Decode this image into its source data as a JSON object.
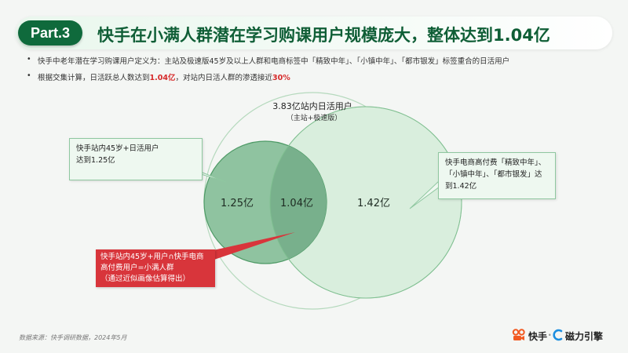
{
  "header": {
    "part_label": "Part.3",
    "title": "快手在小满人群潜在学习购课用户规模庞大，整体达到1.04亿"
  },
  "bullets": [
    {
      "text": "快手中老年潜在学习购课用户定义为：主站及极速版45岁及以上人群和电商标签中「精致中年」、「小镇中年」、「都市银发」标签重合的日活用户"
    },
    {
      "pre": "根据交集计算，日活跃总人数达到",
      "hl1": "1.04亿",
      "mid": "，对站内日活人群的渗透接近",
      "hl2": "30%"
    }
  ],
  "diagram": {
    "outer_label": "3.83亿站内日活用户",
    "outer_sublabel": "（主站+极速版）",
    "left_value": "1.25亿",
    "intersection_value": "1.04亿",
    "right_value": "1.42亿",
    "colors": {
      "left_fill": "#8fc3a0",
      "right_fill": "#d9eedd",
      "intersection_fill": "#78b08c",
      "outline": "#b5d9bd",
      "callout_red": "#d8353b"
    }
  },
  "callouts": {
    "left": [
      "快手站内45岁+日活用户",
      "达到1.25亿"
    ],
    "right": [
      "快手电商高付费「精致中年」、",
      "「小镇中年」、「都市银发」达",
      "到1.42亿"
    ],
    "red": [
      "快手站内45岁+用户∩快手电商",
      "高付费用户=小满人群",
      "（通过近似画像估算得出）"
    ]
  },
  "footer": {
    "source": "数据来源：快手调研数据，2024年5月",
    "brand1": "快手",
    "separator": "·",
    "brand2": "磁力引擎"
  }
}
